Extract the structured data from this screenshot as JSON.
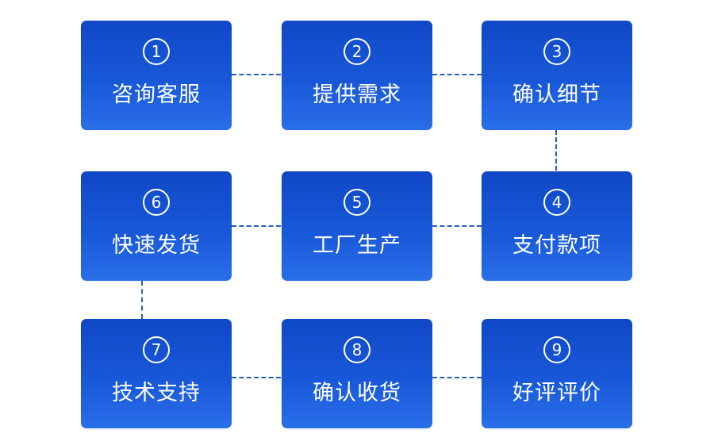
{
  "steps": [
    {
      "number": "1",
      "label": "咨询客服"
    },
    {
      "number": "2",
      "label": "提供需求"
    },
    {
      "number": "3",
      "label": "确认细节"
    },
    {
      "number": "4",
      "label": "支付款项"
    },
    {
      "number": "5",
      "label": "工厂生产"
    },
    {
      "number": "6",
      "label": "快速发货"
    },
    {
      "number": "7",
      "label": "技术支持"
    },
    {
      "number": "8",
      "label": "确认收货"
    },
    {
      "number": "9",
      "label": "好评评价"
    }
  ],
  "colors": {
    "box_top": "#1048c6",
    "box_bottom": "#2a6ee8",
    "connector": "#2a5eb8",
    "text": "#ffffff"
  }
}
